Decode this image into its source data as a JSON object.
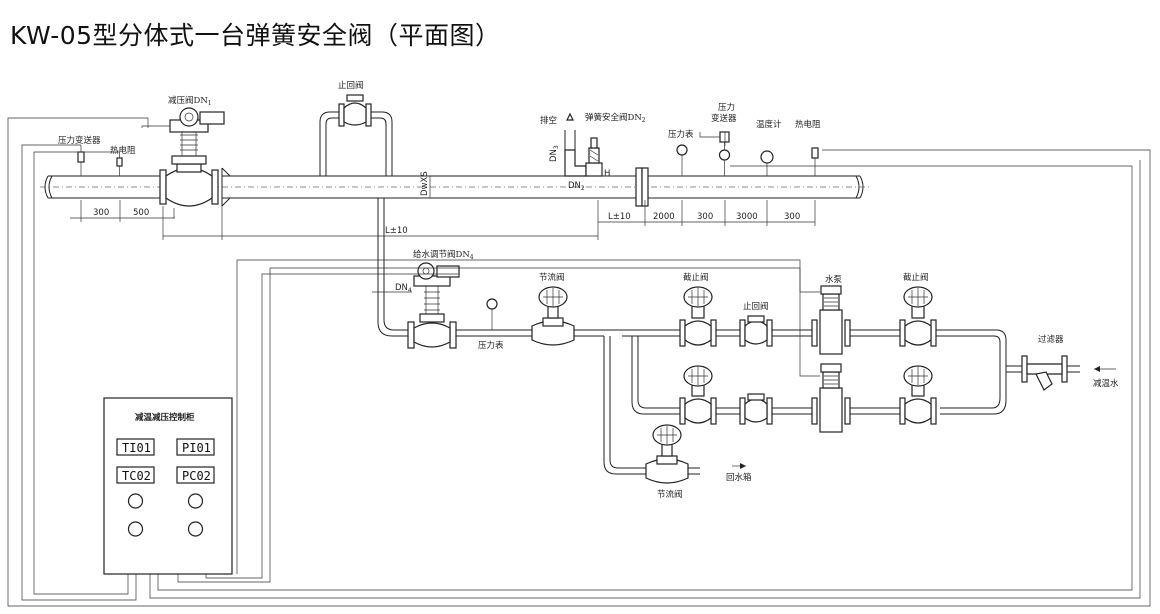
{
  "title": "KW-05型分体式一台弹簧安全阀（平面图）",
  "labels": {
    "pressure_reducing_valve": "减压阀DN1",
    "pressure_transmitter_left": "压力变送器",
    "thermal_resistor_left": "热电阻",
    "check_valve_top": "止回阀",
    "vent": "排空",
    "spring_safety_valve": "弹簧安全阀DN2",
    "pressure_gauge_top": "压力表",
    "pressure_transmitter_right": "压力\n变送器",
    "thermometer": "温度计",
    "thermal_resistor_right": "热电阻",
    "feedwater_valve": "给水调节阀DN4",
    "throttle_valve_1": "节流阀",
    "stop_valve_1": "截止阀",
    "check_valve_mid": "止回阀",
    "water_pump": "水泵",
    "stop_valve_2": "截止阀",
    "filter": "过滤器",
    "desuperheating_water": "减温水",
    "pressure_gauge_mid": "压力表",
    "return_tank": "回水箱",
    "throttle_valve_2": "节流阀",
    "dn3": "DN3",
    "dn2": "DN2",
    "dn4": "DN4",
    "dwxs": "DwXS",
    "h": "H"
  },
  "dimensions": {
    "d300_left": "300",
    "d500": "500",
    "l_total": "L±10",
    "l_right": "L±10",
    "d2000": "2000",
    "d300_a": "300",
    "d3000": "3000",
    "d300_b": "300"
  },
  "control_cabinet": {
    "title": "减温减压控制柜",
    "instruments": [
      "TI01",
      "PI01",
      "TC02",
      "PC02"
    ]
  }
}
